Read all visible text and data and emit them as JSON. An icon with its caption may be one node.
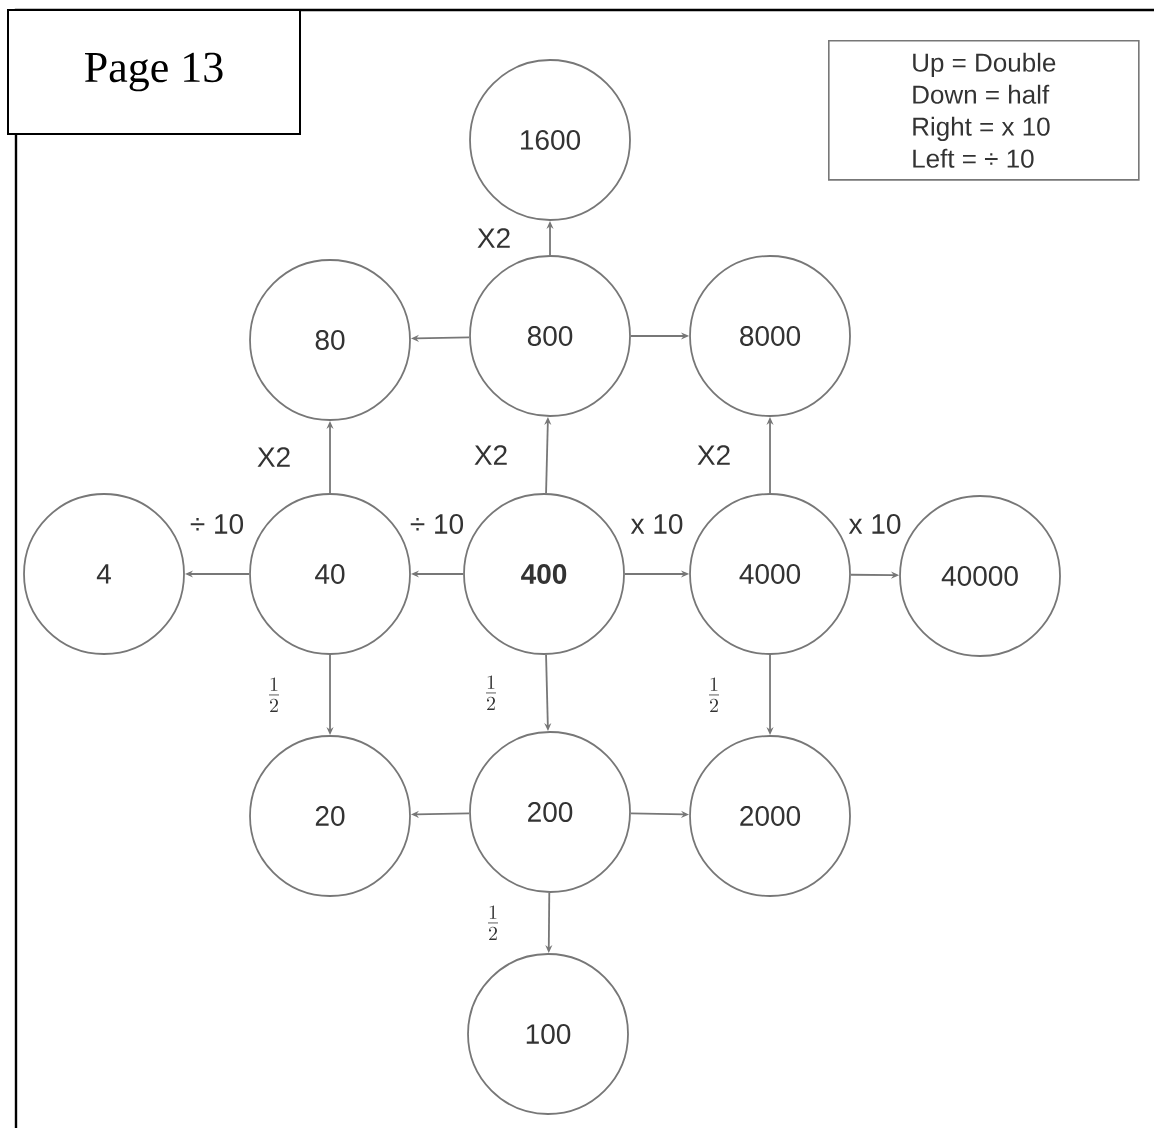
{
  "diagram": {
    "nodes": [
      {
        "text": [
          "Page 13"
        ]
      },
      {
        "text": [
          "Up = Double",
          "Down = half",
          "Right = x 10",
          "Left = ÷ 10"
        ]
      },
      {
        "text": [
          "1600"
        ]
      },
      {
        "text": [
          "80"
        ]
      },
      {
        "text": [
          "800"
        ]
      },
      {
        "text": [
          "8000"
        ]
      },
      {
        "text": [
          "4"
        ]
      },
      {
        "text": [
          "40"
        ]
      },
      {
        "text": [
          "400"
        ]
      },
      {
        "text": [
          "4000"
        ]
      },
      {
        "text": [
          "40000"
        ]
      },
      {
        "text": [
          "20"
        ]
      },
      {
        "text": [
          "200"
        ]
      },
      {
        "text": [
          "2000"
        ]
      },
      {
        "text": [
          "100"
        ]
      }
    ],
    "edges": [
      {
        "from": 4,
        "to": 2,
        "arrow": "to",
        "label": "X2"
      },
      {
        "from": 4,
        "to": 3,
        "arrow": "to"
      },
      {
        "from": 4,
        "to": 5,
        "arrow": "to"
      },
      {
        "from": 7,
        "to": 3,
        "arrow": "to",
        "label": "X2"
      },
      {
        "from": 8,
        "to": 4,
        "arrow": "to",
        "label": "X2"
      },
      {
        "from": 9,
        "to": 5,
        "arrow": "to",
        "label": "X2"
      },
      {
        "from": 7,
        "to": 6,
        "arrow": "to",
        "label": "÷ 10"
      },
      {
        "from": 8,
        "to": 7,
        "arrow": "to",
        "label": "÷ 10"
      },
      {
        "from": 8,
        "to": 9,
        "arrow": "to",
        "label": "x 10"
      },
      {
        "from": 9,
        "to": 10,
        "arrow": "to",
        "label": "x 10"
      },
      {
        "from": 7,
        "to": 11,
        "arrow": "to",
        "label": "\\frac{1}{2}"
      },
      {
        "from": 8,
        "to": 12,
        "arrow": "to",
        "label": "\\frac{1}{2}"
      },
      {
        "from": 9,
        "to": 13,
        "arrow": "to",
        "label": "\\frac{1}{2}"
      },
      {
        "from": 12,
        "to": 11,
        "arrow": "to"
      },
      {
        "from": 12,
        "to": 13,
        "arrow": "to"
      },
      {
        "from": 12,
        "to": 14,
        "arrow": "to",
        "label": "\\frac{1}{2}"
      }
    ]
  }
}
